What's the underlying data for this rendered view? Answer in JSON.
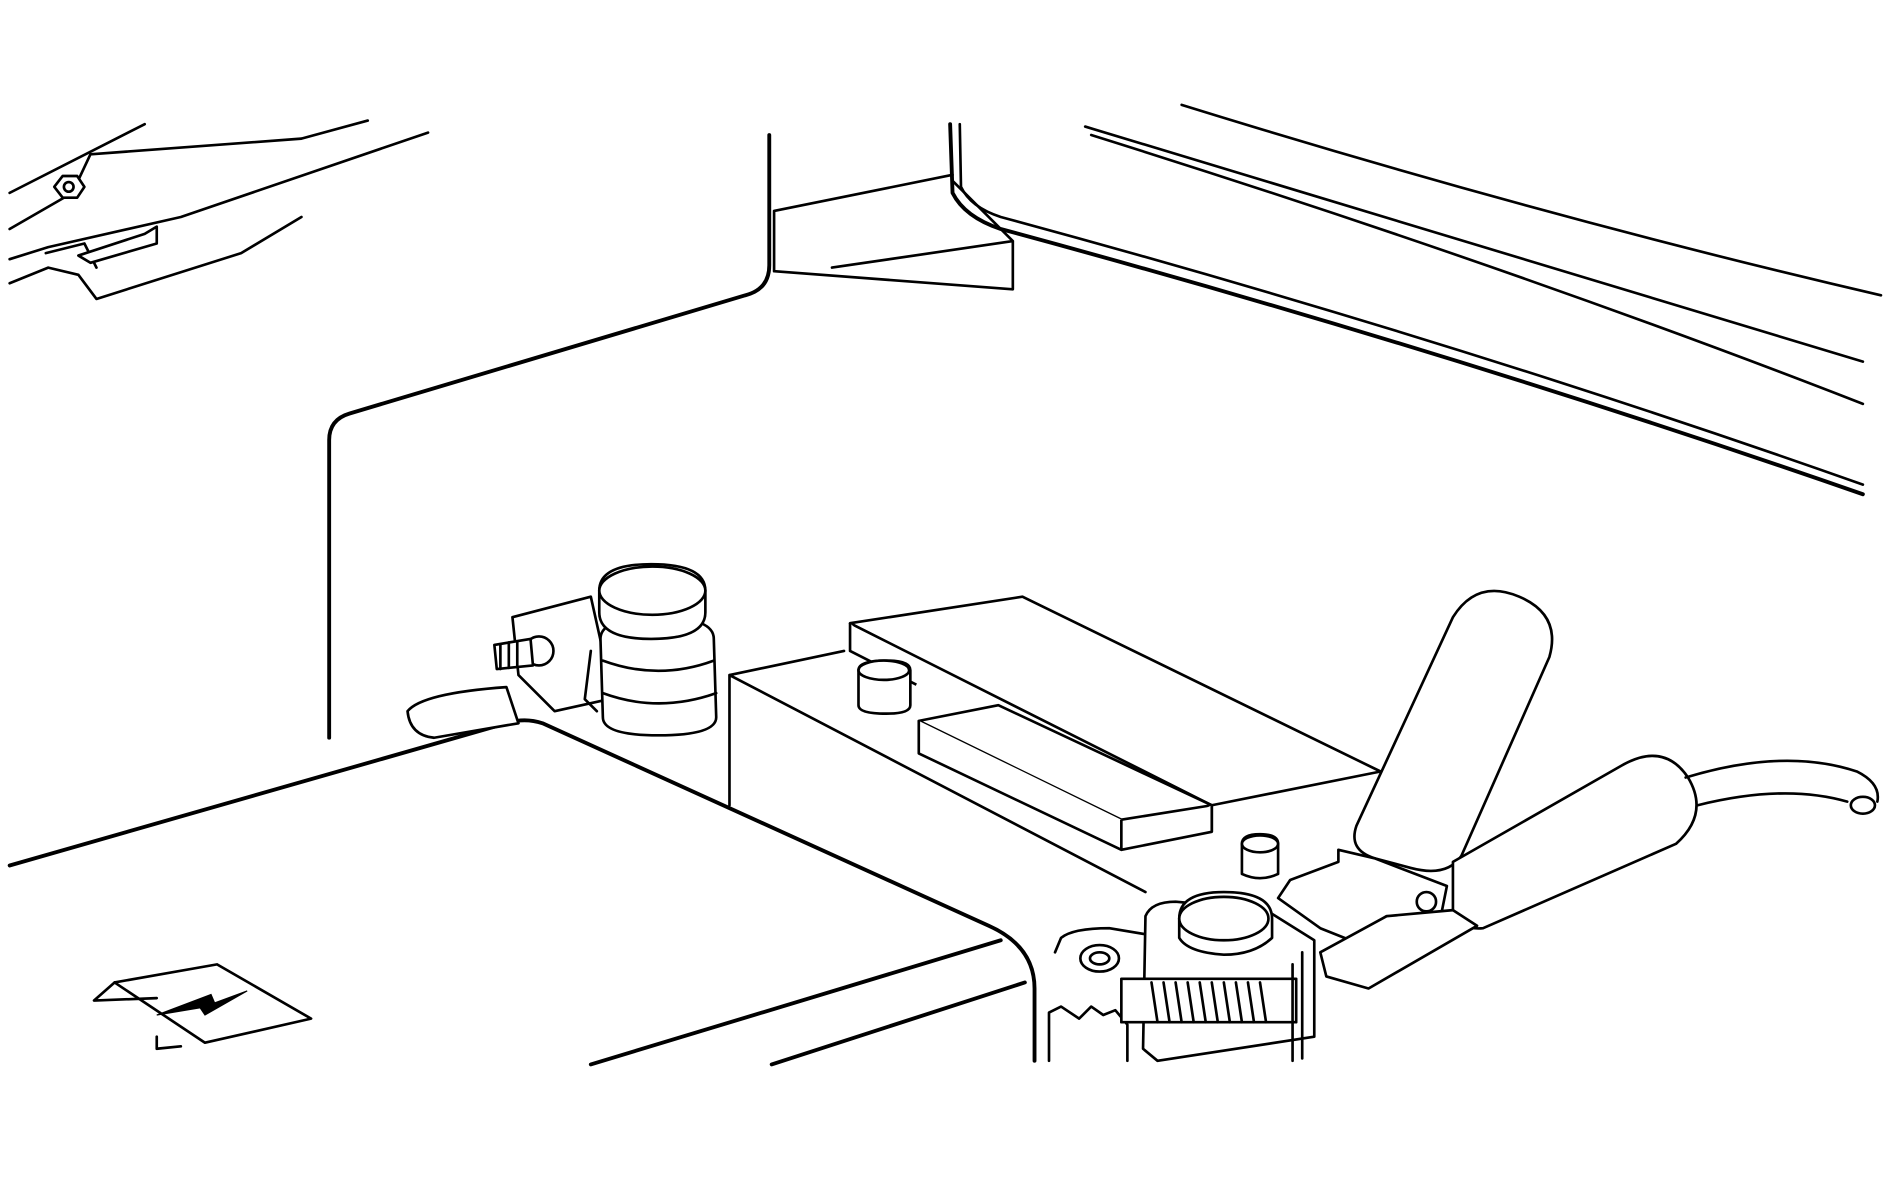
{
  "figure": {
    "kind": "technical line illustration",
    "colors": {
      "line": "#000000",
      "background": "#ffffff"
    },
    "parts": [
      "battery",
      "battery-terminal",
      "terminal-puller-tool",
      "hood-edge",
      "fender-bracket",
      "warning-label"
    ]
  }
}
